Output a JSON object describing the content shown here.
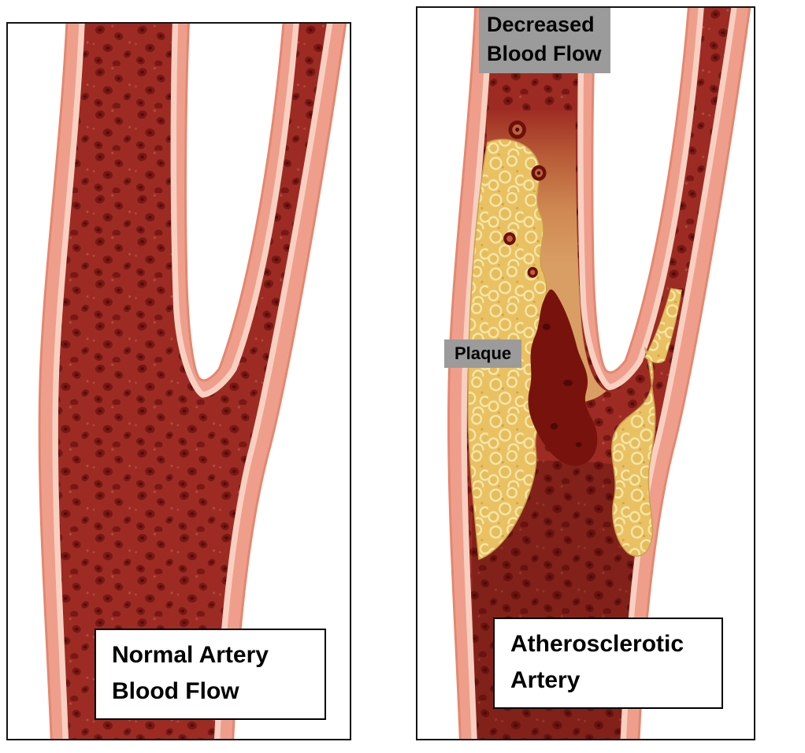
{
  "panels": {
    "normal": {
      "caption": {
        "line1": "Normal Artery",
        "line2": "Blood Flow"
      }
    },
    "atherosclerotic": {
      "top_label": {
        "line1": "Decreased",
        "line2": "Blood Flow"
      },
      "plaque_label": "Plaque",
      "caption": {
        "line1": "Atherosclerotic",
        "line2": "Artery"
      }
    }
  },
  "colors": {
    "background": "#ffffff",
    "panel_border": "#141414",
    "artery_wall": "#ef9e8c",
    "artery_wall_edge": "#e4876e",
    "artery_wall_inner_band": "#f8d0c2",
    "blood": "#9d2b23",
    "blood_cell": "#7a1712",
    "plaque_yellow": "#e9c163",
    "plaque_texture": "#f6e7a8",
    "thrombus_dark_red": "#78120c",
    "narrowed_flow_tan": "#d99e63",
    "label_gray": "#9b9b9b",
    "label_text": "#050505"
  }
}
